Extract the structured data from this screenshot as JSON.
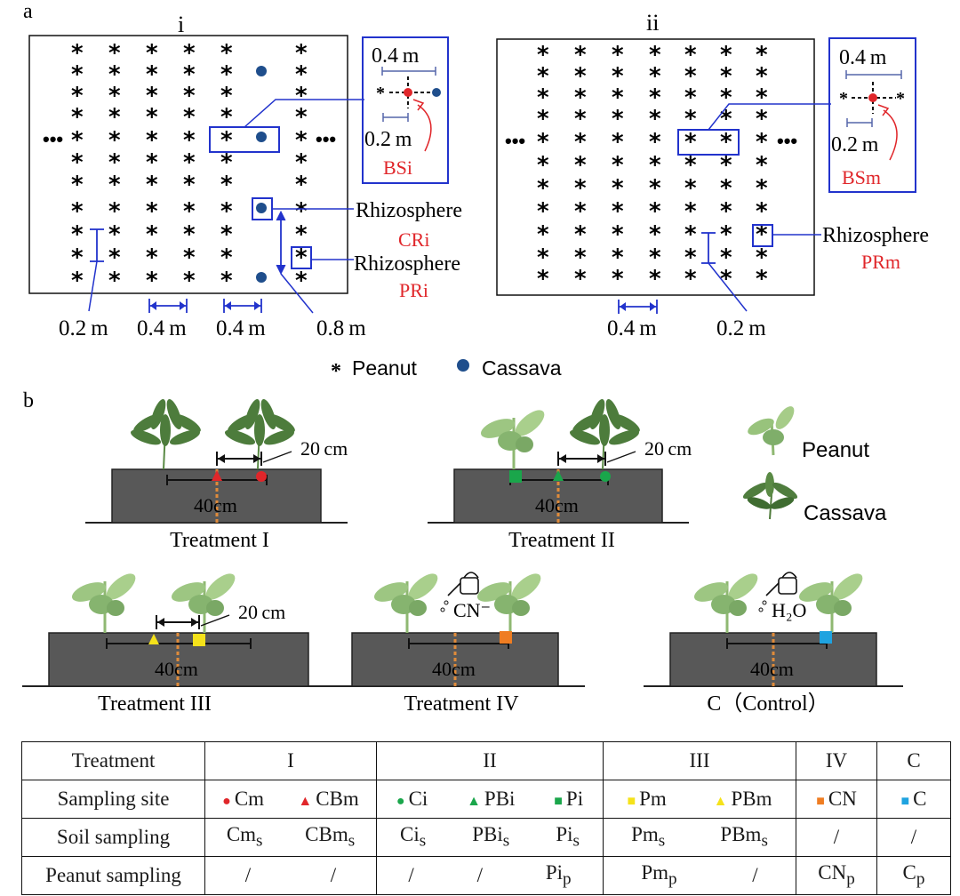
{
  "panel_a": {
    "label": "a",
    "sub_i": {
      "title": "i",
      "inset": {
        "dist_top": "0.4 m",
        "dist_bottom": "0.2 m",
        "site": "BSi"
      },
      "rhizo1": {
        "label": "Rhizosphere",
        "site": "CRi"
      },
      "rhizo2": {
        "label": "Rhizosphere",
        "site": "PRi"
      },
      "dims": [
        "0.2 m",
        "0.4 m",
        "0.4 m",
        "0.8 m"
      ]
    },
    "sub_ii": {
      "title": "ii",
      "inset": {
        "dist_top": "0.4 m",
        "dist_bottom": "0.2 m",
        "site": "BSm"
      },
      "rhizo": {
        "label": "Rhizosphere",
        "site": "PRm"
      },
      "dims": [
        "0.4 m",
        "0.2 m"
      ]
    },
    "legend": {
      "peanut": "Peanut",
      "cassava": "Cassava"
    },
    "ellipsis": "•••"
  },
  "panel_b": {
    "label": "b",
    "treatments": [
      {
        "name": "Treatment I",
        "dist": "20 cm",
        "width": "40cm"
      },
      {
        "name": "Treatment II",
        "dist": "20 cm",
        "width": "40cm"
      },
      {
        "name": "Treatment III",
        "dist": "20 cm",
        "width": "40cm"
      },
      {
        "name": "Treatment IV",
        "chem": "CN⁻",
        "width": "40cm"
      },
      {
        "name": "C（Control）",
        "chem": "H₂O",
        "width": "40cm"
      }
    ],
    "legend": {
      "peanut": "Peanut",
      "cassava": "Cassava"
    }
  },
  "table": {
    "headers": [
      "Treatment",
      "I",
      "II",
      "III",
      "IV",
      "C"
    ],
    "row_labels": [
      "Sampling site",
      "Soil sampling",
      "Peanut sampling"
    ],
    "sites": {
      "Cm": "Cm",
      "CBm": "CBm",
      "Ci": "Ci",
      "PBi": "PBi",
      "Pi": "Pi",
      "Pm": "Pm",
      "PBm": "PBm",
      "CN": "CN",
      "C": "C"
    },
    "soil": [
      "Cm",
      "CBm",
      "Ci",
      "PBi",
      "Pi",
      "Pm",
      "PBm",
      "/",
      "/"
    ],
    "soil_sub": "s",
    "peanut": [
      "/",
      "/",
      "/",
      "/",
      "Pi",
      "Pm",
      "/",
      "CN",
      "C"
    ],
    "peanut_sub": "p",
    "colors": {
      "red": "#e0262a",
      "green": "#1aa64b",
      "yellow": "#f5e21a",
      "orange": "#ef7d22",
      "cyan": "#1fa3e0"
    }
  }
}
